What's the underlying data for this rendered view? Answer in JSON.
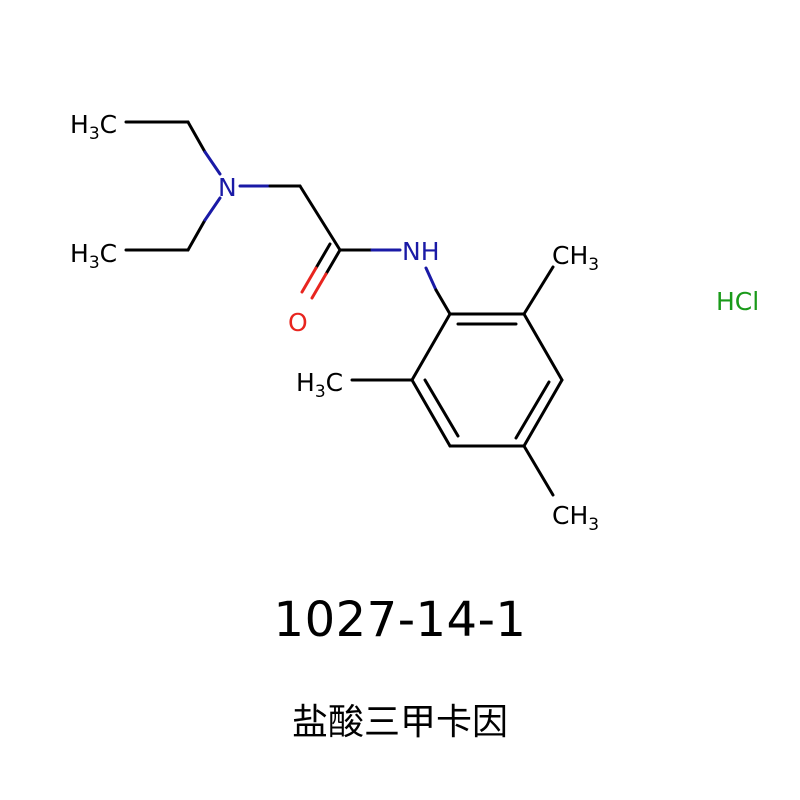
{
  "colors": {
    "carbon": "#000000",
    "nitrogen": "#1a1aa6",
    "oxygen": "#e8251f",
    "chloride": "#1a9a1a"
  },
  "atoms": {
    "ch3_top_left": {
      "main": "H",
      "sub": "3",
      "tail": "C"
    },
    "n_amine": {
      "main": "N"
    },
    "ch3_mid_left": {
      "main": "H",
      "sub": "3",
      "tail": "C"
    },
    "nh": {
      "main": "NH"
    },
    "ch3_upper_right": {
      "main": "CH",
      "sub": "3"
    },
    "o_carbonyl": {
      "main": "O"
    },
    "ch3_left_ring": {
      "main": "H",
      "sub": "3",
      "tail": "C"
    },
    "ch3_bottom": {
      "main": "CH",
      "sub": "3"
    },
    "hcl": {
      "main": "HCl"
    }
  },
  "compound": {
    "cas_number": "1027-14-1",
    "name_zh": "盐酸三甲卡因"
  }
}
